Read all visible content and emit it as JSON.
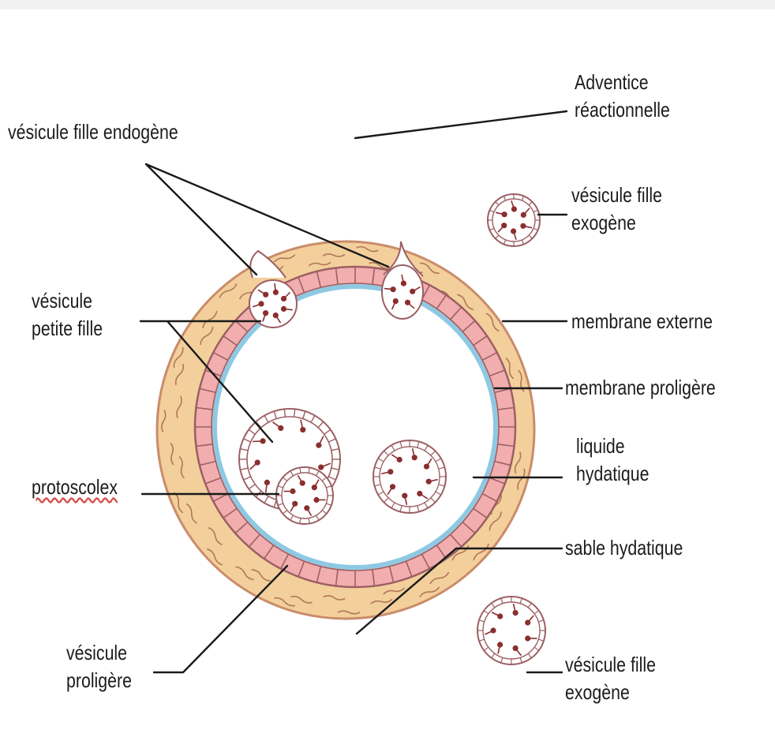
{
  "labels": {
    "vesicule_fille_endogene": "vésicule fille endogène",
    "vesicule_petite_fille": [
      "vésicule",
      "petite fille"
    ],
    "protoscolex": "protoscolex",
    "vesicule_proligere": [
      "vésicule",
      "proligère"
    ],
    "adventice_reactionnelle": [
      "Adventice",
      "réactionnelle"
    ],
    "vesicule_fille_exogene_top": [
      "vésicule fille",
      "exogène"
    ],
    "membrane_externe": "membrane externe",
    "membrane_proligere": "membrane proligère",
    "liquide_hydatique": [
      "liquide",
      "hydatique"
    ],
    "sable_hydatique": "sable hydatique",
    "vesicule_fille_exogene_bottom": [
      "vésicule fille",
      "exogène"
    ]
  },
  "colors": {
    "adventitia": "#f3cf9c",
    "adventitia_edge": "#c98c69",
    "adventitia_wave": "#b07858",
    "outer_membrane": "#f2aeae",
    "outer_membrane_line": "#9c5f63",
    "germinal_layer": "#8ec9e4",
    "cyst_fluid": "#ffffff",
    "protoscolex": "#8a2e2e",
    "hydatid_sand": "#c8524f",
    "leader_line": "#1a1a1a"
  }
}
